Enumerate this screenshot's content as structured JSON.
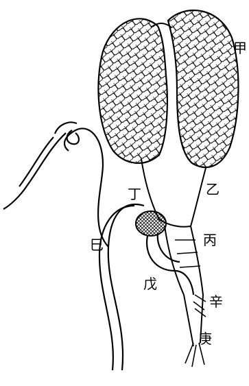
{
  "labels": {
    "jia": "甲",
    "yi": "乙",
    "bing": "丙",
    "ding": "丁",
    "wu": "戊",
    "ji": "巳",
    "xin": "辛",
    "geng": "庚"
  },
  "colors": {
    "ink": "#000000",
    "paper": "#ffffff"
  }
}
